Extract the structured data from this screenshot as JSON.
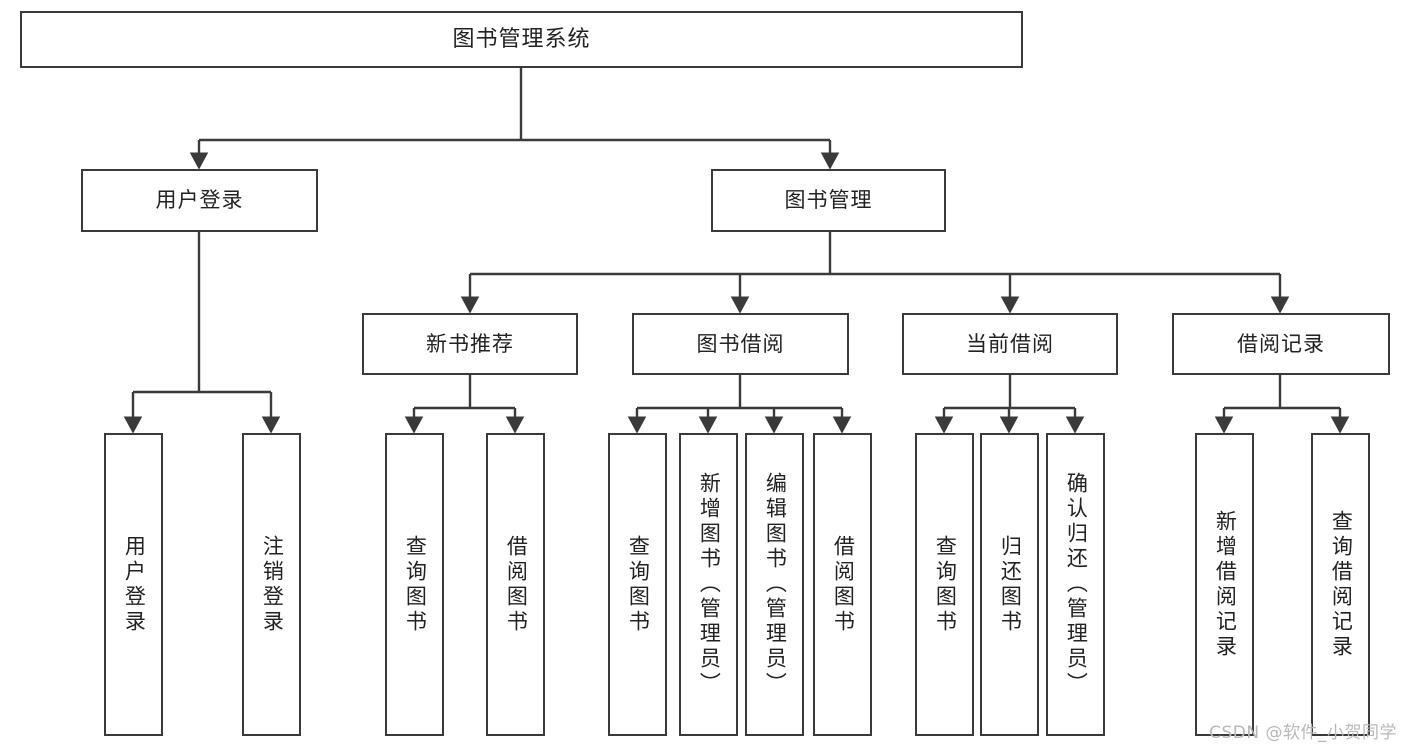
{
  "diagram": {
    "title": "图书管理系统",
    "type": "tree-hierarchy-chart",
    "watermark": "CSDN @软件_小贺同学",
    "accent_color": "#3a3a3a",
    "background_color": "#ffffff",
    "root": {
      "label": "图书管理系统"
    },
    "level2": [
      {
        "id": "user-login",
        "label": "用户登录"
      },
      {
        "id": "book-manage",
        "label": "图书管理"
      }
    ],
    "level3": [
      {
        "id": "new-book-recommend",
        "label": "新书推荐"
      },
      {
        "id": "book-borrow",
        "label": "图书借阅"
      },
      {
        "id": "current-borrow",
        "label": "当前借阅"
      },
      {
        "id": "borrow-record",
        "label": "借阅记录"
      }
    ],
    "leaves": {
      "user-login": [
        {
          "id": "leaf-user-login",
          "label": "用户登录"
        },
        {
          "id": "leaf-user-logout",
          "label": "注销登录"
        }
      ],
      "new-book-recommend": [
        {
          "id": "leaf-query-book-1",
          "label": "查询图书"
        },
        {
          "id": "leaf-borrow-book-1",
          "label": "借阅图书"
        }
      ],
      "book-borrow": [
        {
          "id": "leaf-query-book-2",
          "label": "查询图书"
        },
        {
          "id": "leaf-add-book",
          "label": "新增图书（管理员）"
        },
        {
          "id": "leaf-edit-book",
          "label": "编辑图书（管理员）"
        },
        {
          "id": "leaf-borrow-book-2",
          "label": "借阅图书"
        }
      ],
      "current-borrow": [
        {
          "id": "leaf-query-book-3",
          "label": "查询图书"
        },
        {
          "id": "leaf-return-book",
          "label": "归还图书"
        },
        {
          "id": "leaf-confirm-return",
          "label": "确认归还（管理员）"
        }
      ],
      "borrow-record": [
        {
          "id": "leaf-add-record",
          "label": "新增借阅记录"
        },
        {
          "id": "leaf-query-record",
          "label": "查询借阅记录"
        }
      ]
    }
  }
}
